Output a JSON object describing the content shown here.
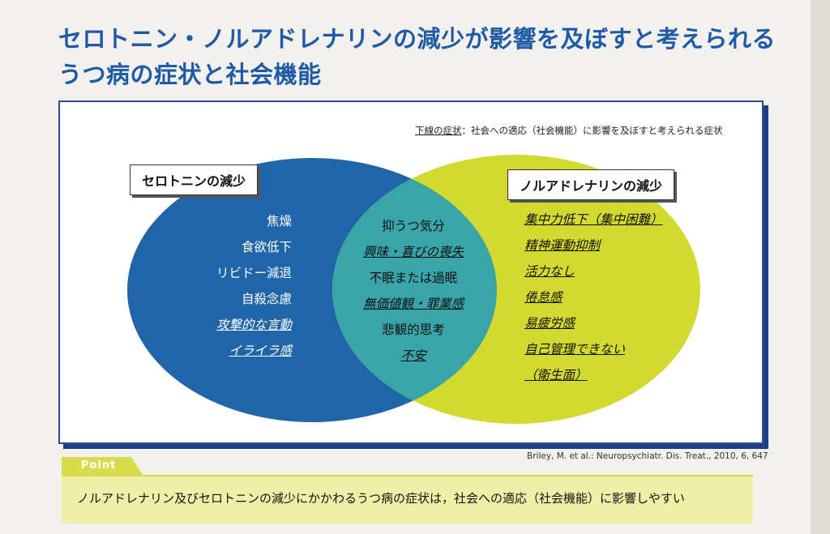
{
  "title": {
    "line1": "セロトニン・ノルアドレナリンの減少が影響を及ぼすと考えられる",
    "line2": "うつ病の症状と社会機能"
  },
  "note": {
    "label": "下線の症状",
    "text": "：社会への適応（社会機能）に影響を及ぼすと考えられる症状"
  },
  "venn": {
    "left_label": "セロトニンの減少",
    "right_label": "ノルアドレナリンの減少",
    "colors": {
      "left": "#2065a8",
      "right": "#d2d92f",
      "overlap": "#3aa5a8"
    },
    "left_items": [
      {
        "text": "焦燥",
        "underlined": false
      },
      {
        "text": "食欲低下",
        "underlined": false
      },
      {
        "text": "リビドー減退",
        "underlined": false
      },
      {
        "text": "自殺念慮",
        "underlined": false
      },
      {
        "text": "攻撃的な言動",
        "underlined": true
      },
      {
        "text": "イライラ感",
        "underlined": true
      }
    ],
    "center_items": [
      {
        "text": "抑うつ気分",
        "underlined": false
      },
      {
        "text": "興味・喜びの喪失",
        "underlined": true
      },
      {
        "text": "不眠または過眠",
        "underlined": false
      },
      {
        "text": "無価値観・罪業感",
        "underlined": true
      },
      {
        "text": "悲観的思考",
        "underlined": false
      },
      {
        "text": "不安",
        "underlined": true
      }
    ],
    "right_items": [
      {
        "text": "集中力低下（集中困難）",
        "underlined": true
      },
      {
        "text": "精神運動抑制",
        "underlined": true
      },
      {
        "text": "活力なし",
        "underlined": true
      },
      {
        "text": "倦怠感",
        "underlined": true
      },
      {
        "text": "易疲労感",
        "underlined": true
      },
      {
        "text": "自己管理できない",
        "underlined": true
      },
      {
        "text": "（衛生面）",
        "underlined": true
      }
    ]
  },
  "citation": "Briley, M. et al.: Neuropsychiatr. Dis. Treat., 2010, 6, 647",
  "point": {
    "tab_label": "Point",
    "text": "ノルアドレナリン及びセロトニンの減少にかかわるうつ病の症状は，社会への適応（社会機能）に影響しやすい"
  }
}
